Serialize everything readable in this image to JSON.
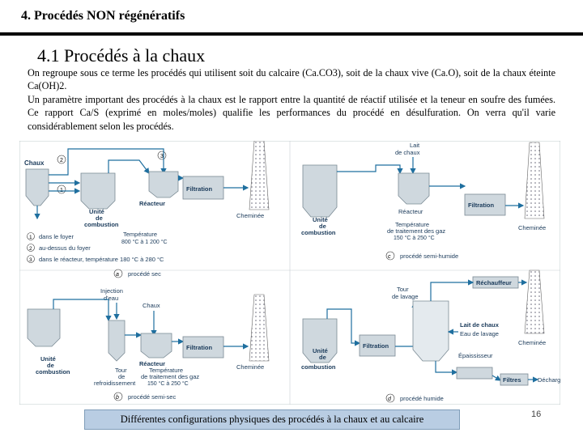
{
  "header": {
    "title": "4. Procédés NON régénératifs",
    "subtitle": "4.1 Procédés à la chaux"
  },
  "body": {
    "paragraph1": "On regroupe sous ce terme les procédés qui utilisent soit du calcaire (Ca.CO3), soit de la chaux vive (Ca.O), soit de la chaux éteinte Ca(OH)2.",
    "paragraph2": "Un paramètre important des procédés à la chaux est le rapport entre la quantité de réactif utilisée et la teneur en soufre des fumées. Ce rapport Ca/S (exprimé en moles/moles) qualifie les performances du procédé en désulfuration. On verra qu'il varie considérablement selon les procédés."
  },
  "figure": {
    "a": {
      "chaux": "Chaux",
      "reacteur": "Réacteur",
      "filtration": "Filtration",
      "cheminee": "Cheminée",
      "unite": [
        "Unité",
        "de",
        "combustion"
      ],
      "temperature": [
        "Température",
        "800 °C à 1 200 °C"
      ],
      "notes": [
        "dans le foyer",
        "au-dessus du foyer",
        "dans le réacteur, température 180 °C à 280 °C"
      ],
      "num1": "1",
      "num2": "2",
      "num3": "3",
      "letter": "a",
      "label": "procédé sec"
    },
    "b": {
      "injection": [
        "Injection",
        "d'eau"
      ],
      "chaux": "Chaux",
      "reacteur": "Réacteur",
      "filtration": "Filtration",
      "cheminee": "Cheminée",
      "unite": [
        "Unité",
        "de",
        "combustion"
      ],
      "tour": [
        "Tour",
        "de",
        "refroidissement"
      ],
      "temperature": [
        "Température",
        "de traitement des gaz",
        "150 °C à 250 °C"
      ],
      "letter": "b",
      "label": "procédé semi-sec"
    },
    "c": {
      "lait": [
        "Lait",
        "de chaux"
      ],
      "reacteur": "Réacteur",
      "filtration": "Filtration",
      "cheminee": "Cheminée",
      "unite": [
        "Unité",
        "de",
        "combustion"
      ],
      "temperature": [
        "Température",
        "de traitement des gaz",
        "150 °C à 250 °C"
      ],
      "letter": "c",
      "label": "procédé semi-humide"
    },
    "d": {
      "rechauffeur": "Réchauffeur",
      "tour": [
        "Tour",
        "de lavage"
      ],
      "lait": "Lait de chaux",
      "eau": "Eau de lavage",
      "cheminee": "Cheminée",
      "unite": [
        "Unité",
        "de",
        "combustion"
      ],
      "filtration": "Filtration",
      "epaississeur": "Épaississeur",
      "filtres": "Filtres",
      "decharge": "Décharge",
      "letter": "d",
      "label": "procédé humide"
    }
  },
  "caption": "Différentes configurations physiques des procédés à la chaux et au calcaire",
  "page_number": "16",
  "colors": {
    "line": "#1f6f9f",
    "box": "#cfd8de",
    "box_stroke": "#7a8a94",
    "caption_bg": "#b9cde3"
  }
}
